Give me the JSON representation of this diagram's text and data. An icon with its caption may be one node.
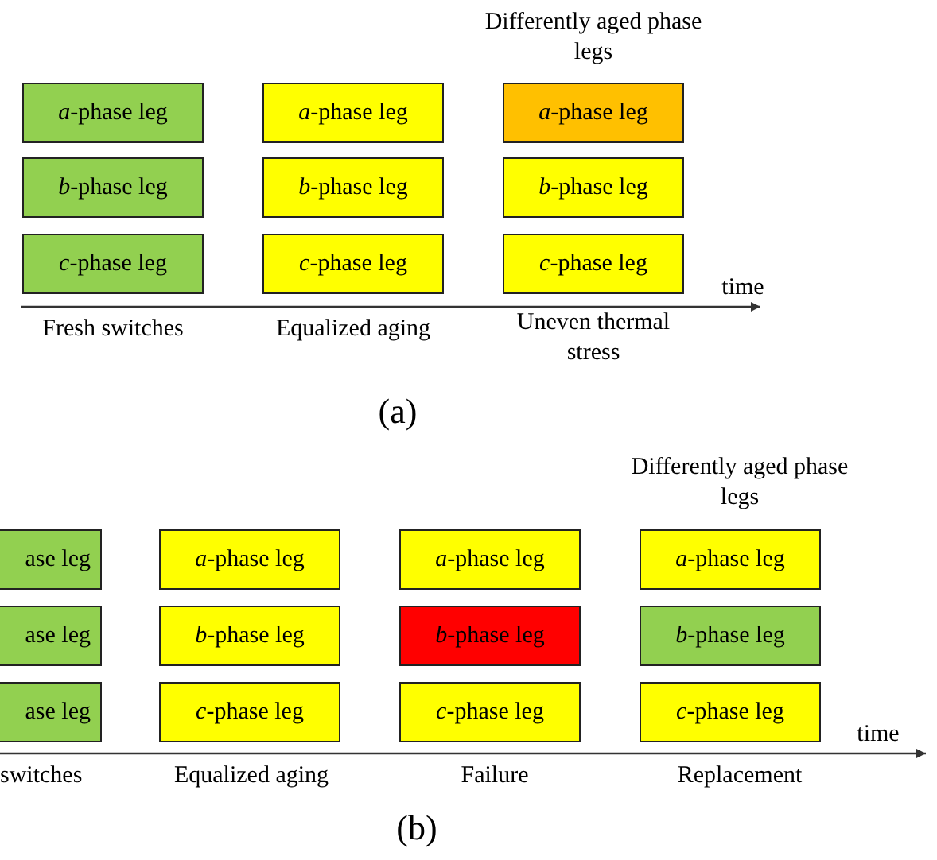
{
  "diagram": {
    "nodes": [
      {
        "text": [
          "*a*-phase leg"
        ]
      },
      {
        "text": [
          "*a*-phase leg"
        ]
      },
      {
        "text": [
          "*a*-phase leg"
        ]
      },
      {
        "text": [
          "*b*-phase leg"
        ]
      },
      {
        "text": [
          "*b*-phase leg"
        ]
      },
      {
        "text": [
          "*b*-phase leg"
        ]
      },
      {
        "text": [
          "*c*-phase leg"
        ]
      },
      {
        "text": [
          "*c*-phase leg"
        ]
      },
      {
        "text": [
          "*c*-phase leg"
        ]
      },
      {
        "text": [
          "ase leg"
        ]
      },
      {
        "text": [
          "*a*-phase leg"
        ]
      },
      {
        "text": [
          "*a*-phase leg"
        ]
      },
      {
        "text": [
          "*a*-phase leg"
        ]
      },
      {
        "text": [
          "ase leg"
        ]
      },
      {
        "text": [
          "*b*-phase leg"
        ]
      },
      {
        "text": [
          "*b*-phase leg"
        ]
      },
      {
        "text": [
          "*b*-phase leg"
        ]
      },
      {
        "text": [
          "ase leg"
        ]
      },
      {
        "text": [
          "*c*-phase leg"
        ]
      },
      {
        "text": [
          "*c*-phase leg"
        ]
      },
      {
        "text": [
          "*c*-phase leg"
        ]
      }
    ],
    "labels": [
      "Differently aged phase legs",
      "time",
      "Fresh switches",
      "Equalized aging",
      "Uneven thermal stress",
      "(a)",
      "Differently aged phase legs",
      "time",
      "switches",
      "Equalized aging",
      "Failure",
      "Replacement",
      "(b)"
    ]
  }
}
